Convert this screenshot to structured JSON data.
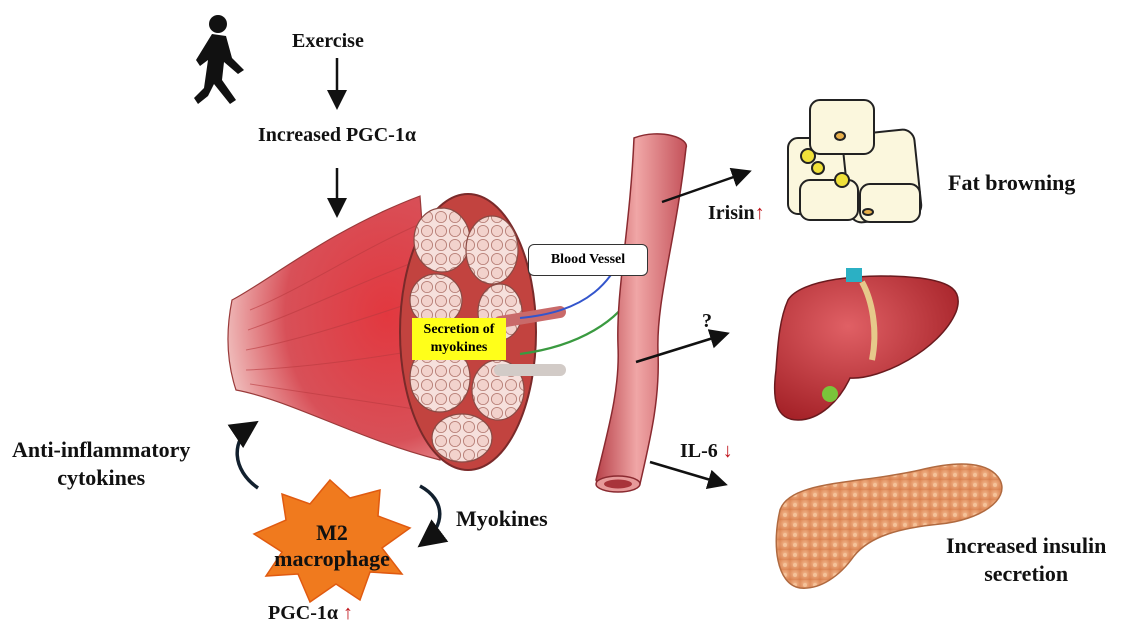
{
  "labels": {
    "exercise": "Exercise",
    "increased_pgc": "Increased PGC-1α",
    "blood_vessel": "Blood Vessel",
    "secretion_line1": "Secretion of",
    "secretion_line2": "myokines",
    "irisin": "Irisin",
    "fat_browning": "Fat browning",
    "question": "?",
    "il6": "IL-6",
    "insulin_line1": "Increased insulin",
    "insulin_line2": "secretion",
    "anti_line1": "Anti-inflammatory",
    "anti_line2": "cytokines",
    "myokines": "Myokines",
    "m2_line1": "M2",
    "m2_line2": "macrophage",
    "pgc_bottom": "PGC-1α"
  },
  "indicators": {
    "up_arrow": "↑",
    "down_arrow": "↓"
  },
  "colors": {
    "muscle": "#d8434a",
    "vessel": "#d86a6a",
    "liver": "#c03438",
    "pancreas": "#e8a070",
    "macrophage": "#f07a1e",
    "label_highlight": "#ffff1a",
    "indicator_red": "#c0141b"
  },
  "icons": [
    "runner-icon"
  ]
}
